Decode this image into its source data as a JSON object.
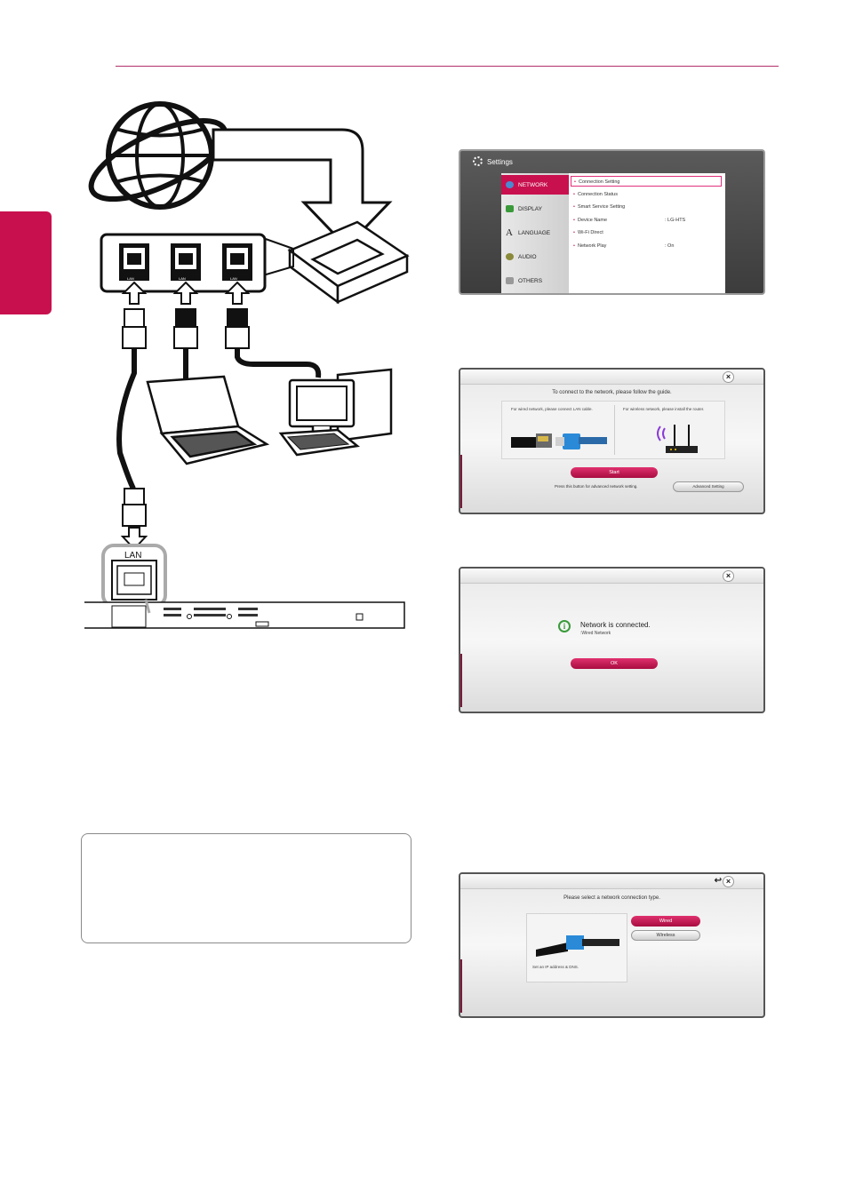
{
  "settings_screen": {
    "title": "Settings",
    "menu": [
      {
        "label": "NETWORK",
        "selected": true
      },
      {
        "label": "DISPLAY"
      },
      {
        "label": "LANGUAGE"
      },
      {
        "label": "AUDIO"
      },
      {
        "label": "OTHERS"
      }
    ],
    "options": [
      {
        "label": "Connection Setting",
        "value": "",
        "highlighted": true
      },
      {
        "label": "Connection Status",
        "value": ""
      },
      {
        "label": "Smart Service Setting",
        "value": ""
      },
      {
        "label": "Device Name",
        "value": ": LG-HTS"
      },
      {
        "label": "Wi-Fi Direct",
        "value": ""
      },
      {
        "label": "Network Play",
        "value": ": On"
      }
    ]
  },
  "guide_screen": {
    "title": "To connect to the network, please follow the guide.",
    "wired_text": "For wired network, please connect LAN cable.",
    "wireless_text": "For wireless network, please install the router.",
    "start_button": "Start",
    "advanced_hint": "Press this button for advanced network setting.",
    "advanced_button": "Advanced Setting"
  },
  "connected_screen": {
    "message": "Network is connected.",
    "sub": ":Wired Network",
    "ok_button": "OK"
  },
  "type_screen": {
    "title": "Please select a network connection type.",
    "wired_button": "Wired",
    "wireless_button": "Wireless",
    "ip_hint": "Set an IP address & DNS."
  },
  "diagram": {
    "port_label": "LAN",
    "big_port_label": "LAN"
  },
  "colors": {
    "accent": "#c8104e",
    "rule": "#b0306a"
  }
}
